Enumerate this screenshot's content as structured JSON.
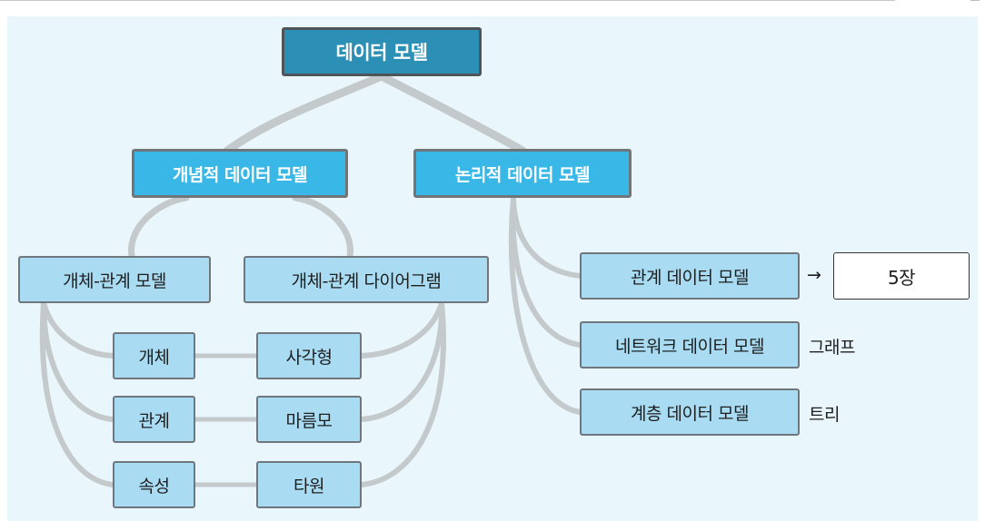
{
  "root": {
    "label": "데이터 모델"
  },
  "conceptual": {
    "label": "개념적 데이터 모델",
    "er_model": "개체-관계 모델",
    "er_diagram": "개체-관계 다이어그램",
    "pairs": [
      {
        "element": "개체",
        "symbol": "사각형"
      },
      {
        "element": "관계",
        "symbol": "마름모"
      },
      {
        "element": "속성",
        "symbol": "타원"
      }
    ]
  },
  "logical": {
    "label": "논리적 데이터 모델",
    "items": [
      {
        "label": "관계 데이터 모델",
        "note": "5장",
        "arrow": "→"
      },
      {
        "label": "네트워크 데이터 모델",
        "note": "그래프"
      },
      {
        "label": "계층 데이터 모델",
        "note": "트리"
      }
    ]
  },
  "colors": {
    "root_fill": "#2b8fb6",
    "mid_fill": "#39b7e6",
    "leaf_fill": "#a9dcf3",
    "background": "#e9f6fb",
    "connector": "#c4c9cc"
  }
}
